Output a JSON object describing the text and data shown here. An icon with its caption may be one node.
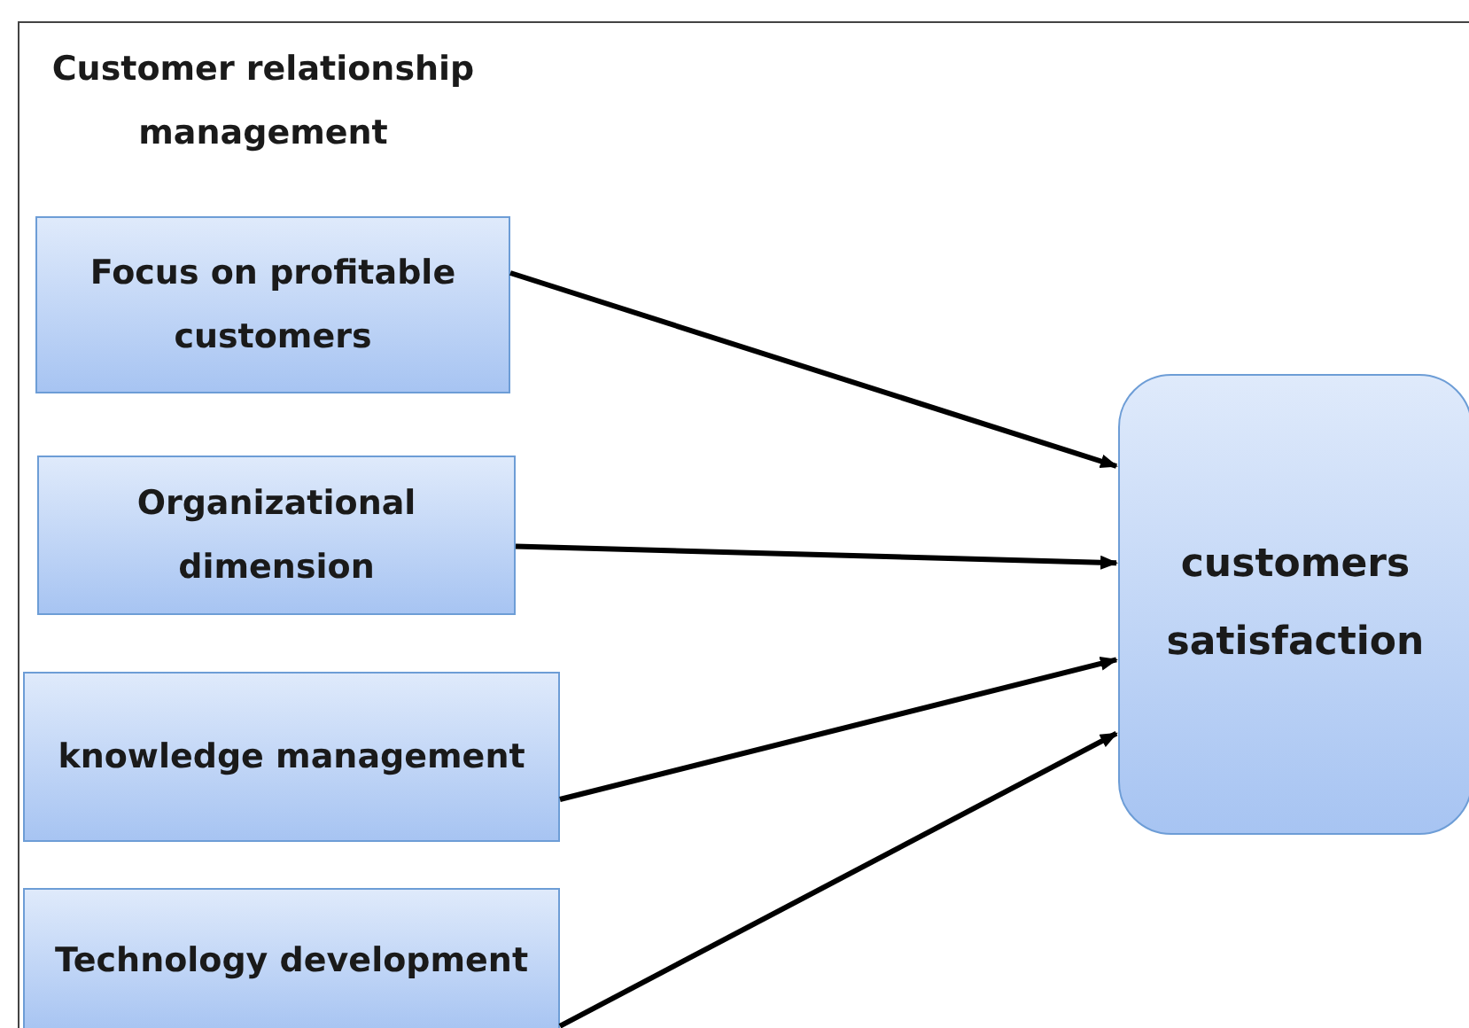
{
  "diagram": {
    "nodes": [
      {
        "text": [
          "Customer relationship management"
        ]
      },
      {
        "text": [
          "Focus on profitable customers"
        ],
        "in": 0
      },
      {
        "text": [
          "Organizational dimension"
        ],
        "in": 0
      },
      {
        "text": [
          "knowledge management"
        ],
        "in": 0
      },
      {
        "text": [
          "Technology development"
        ],
        "in": 0
      },
      {
        "text": [
          "customers satisfaction"
        ],
        "in": 0
      }
    ],
    "edges": [
      {
        "from": 1,
        "to": 5,
        "arrow": "to"
      },
      {
        "from": 2,
        "to": 5,
        "arrow": "to"
      },
      {
        "from": 3,
        "to": 5,
        "arrow": "to"
      },
      {
        "from": 4,
        "to": 5,
        "arrow": "to"
      }
    ]
  }
}
